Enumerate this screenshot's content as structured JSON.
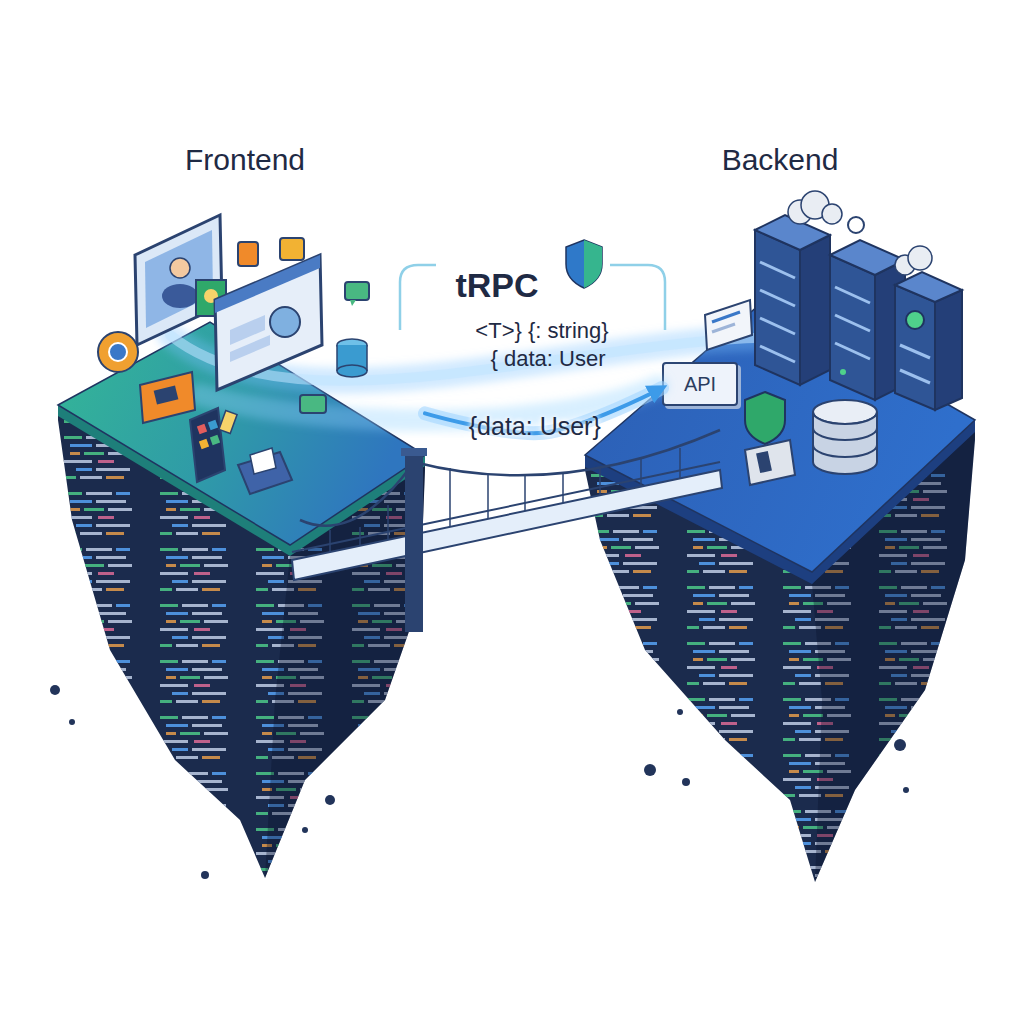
{
  "diagram": {
    "nodes": [
      {
        "text": [
          "Frontend"
        ]
      },
      {
        "text": [
          "Backend"
        ]
      },
      {
        "text": [
          "API"
        ],
        "in": 1
      }
    ],
    "edges": [
      {
        "from": 0,
        "to": 2,
        "arrow": "to",
        "label": "{data: User}"
      }
    ],
    "labels": [
      "tRPC",
      "<T>} {: string}",
      "{ data: User"
    ]
  }
}
